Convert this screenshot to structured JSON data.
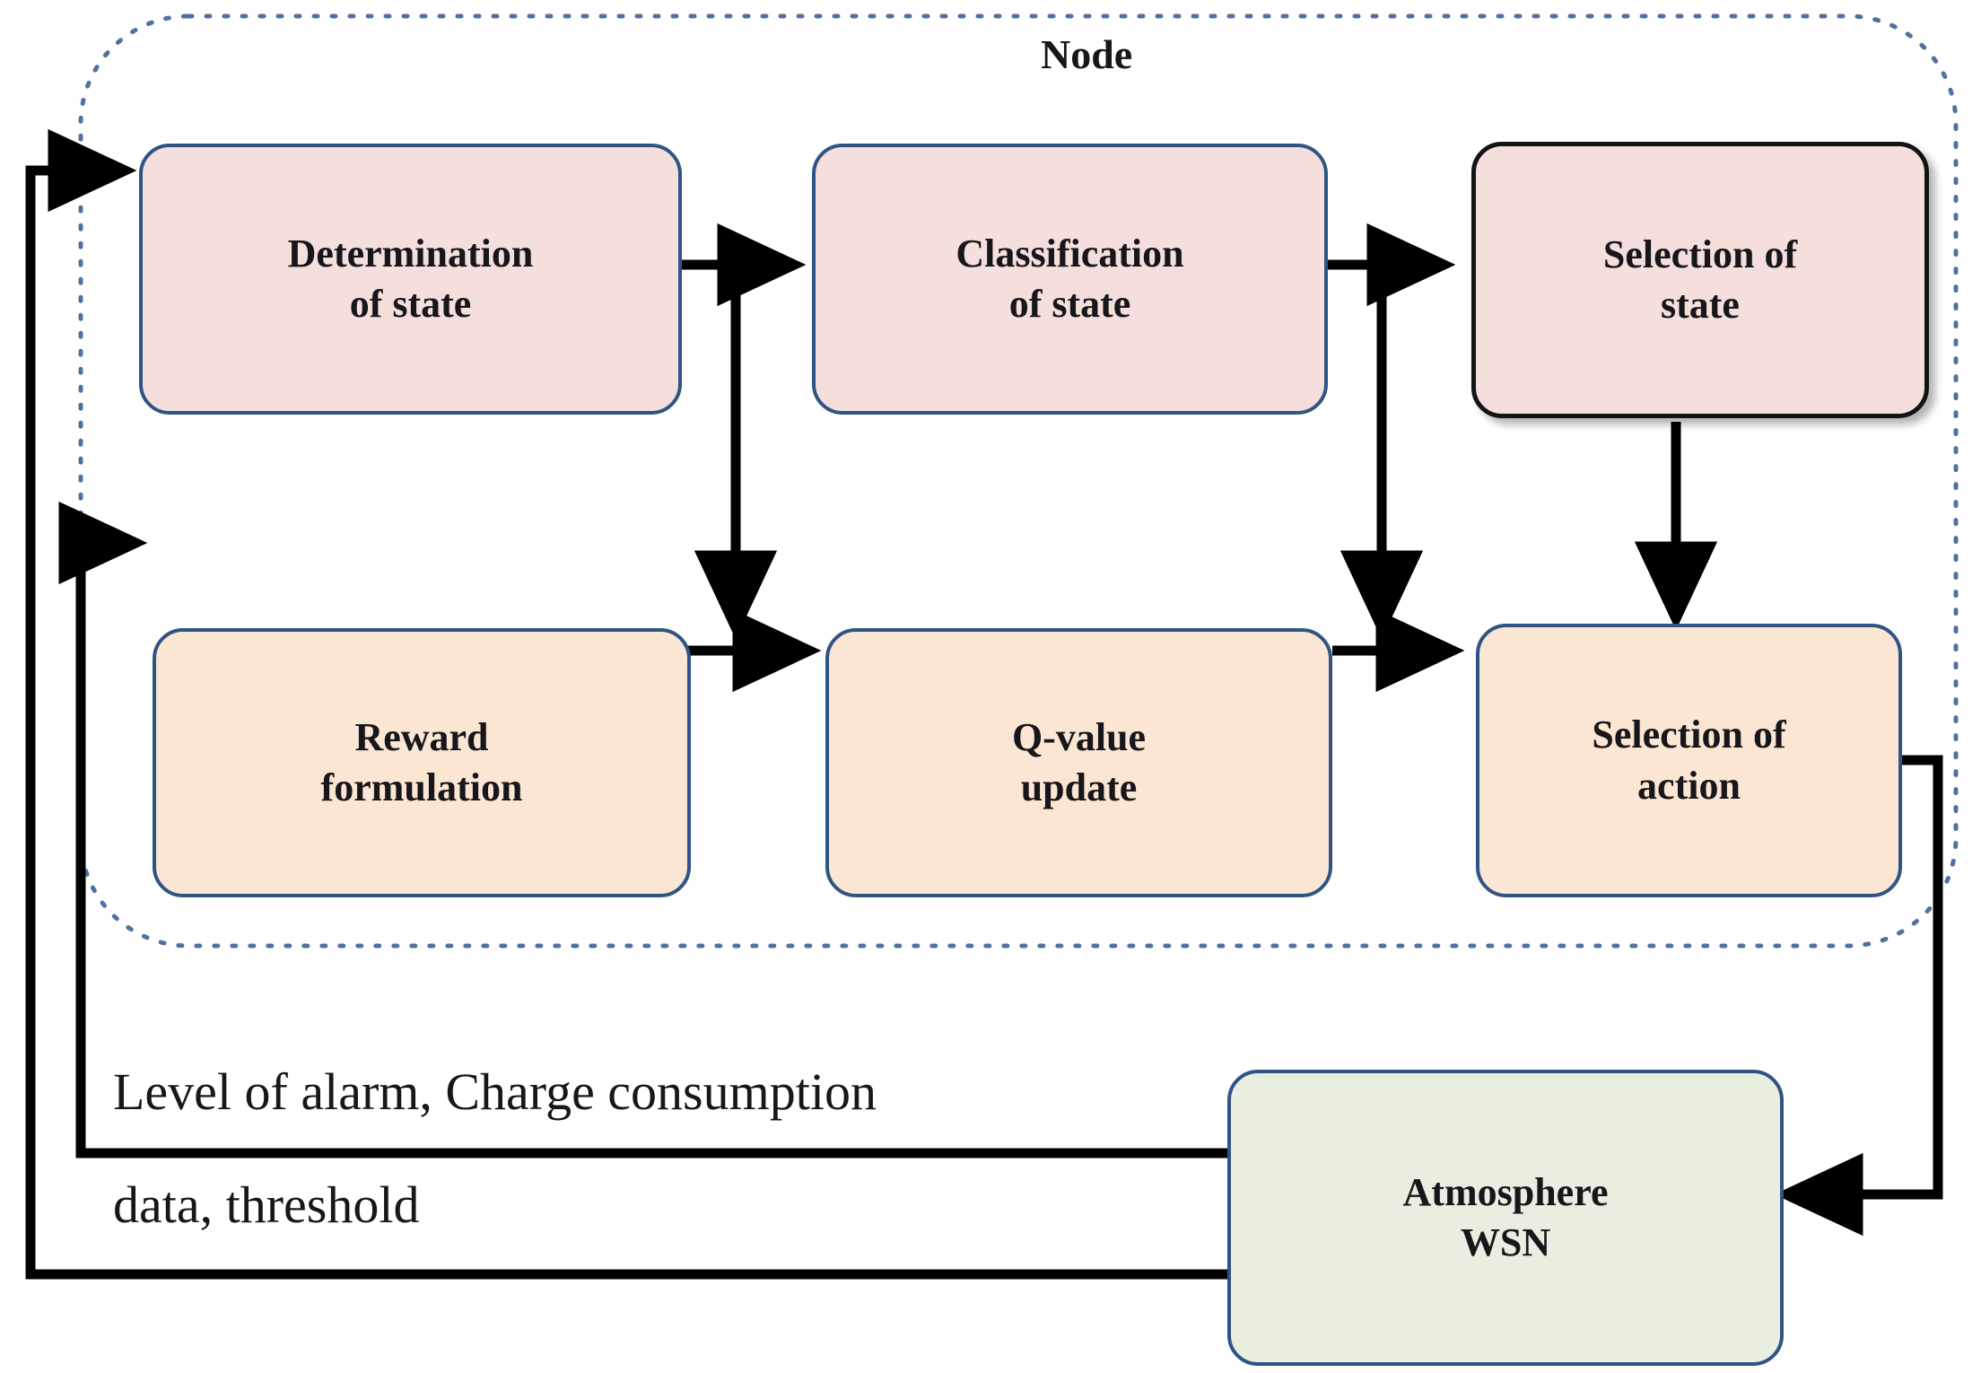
{
  "diagram": {
    "title": "Node",
    "node_group_label": "Node",
    "colors": {
      "box_pink_fill": "#f4dfdc",
      "box_peach_fill": "#fbe6d4",
      "box_green_fill": "#eaeee0",
      "box_border_blue": "#2f5484",
      "box_border_black": "#141414",
      "arrow_color": "#000000",
      "node_boundary_color": "#47699b",
      "text_color": "#17161a",
      "background": "#ffffff"
    },
    "boxes": [
      {
        "id": "determination-of-state",
        "line1": "Determination",
        "line2": "of state",
        "style": "pink"
      },
      {
        "id": "classification-of-state",
        "line1": "Classification",
        "line2": "of state",
        "style": "pink"
      },
      {
        "id": "selection-of-state",
        "line1": "Selection  of",
        "line2": "state",
        "style": "pink-dark"
      },
      {
        "id": "reward-formulation",
        "line1": "Reward",
        "line2": "formulation",
        "style": "peach"
      },
      {
        "id": "q-value-update",
        "line1": "Q-value",
        "line2": "update",
        "style": "peach"
      },
      {
        "id": "selection-of-action",
        "line1": "Selection  of",
        "line2": "action",
        "style": "peach"
      },
      {
        "id": "atmosphere-wsn",
        "line1": "Atmosphere",
        "line2": "WSN",
        "style": "green"
      }
    ],
    "feedback_caption": {
      "line1": "Level of alarm, Charge consumption",
      "line2": "data, threshold"
    },
    "edges": [
      {
        "from": "determination-of-state",
        "to": "classification-of-state"
      },
      {
        "from": "determination-of-state",
        "to": "q-value-update"
      },
      {
        "from": "classification-of-state",
        "to": "selection-of-state"
      },
      {
        "from": "classification-of-state",
        "to": "selection-of-action"
      },
      {
        "from": "selection-of-state",
        "to": "selection-of-action"
      },
      {
        "from": "reward-formulation",
        "to": "q-value-update"
      },
      {
        "from": "q-value-update",
        "to": "selection-of-action"
      },
      {
        "from": "selection-of-action",
        "to": "atmosphere-wsn"
      },
      {
        "from": "atmosphere-wsn",
        "to": "determination-of-state"
      },
      {
        "from": "atmosphere-wsn",
        "to": "reward-formulation"
      }
    ]
  }
}
